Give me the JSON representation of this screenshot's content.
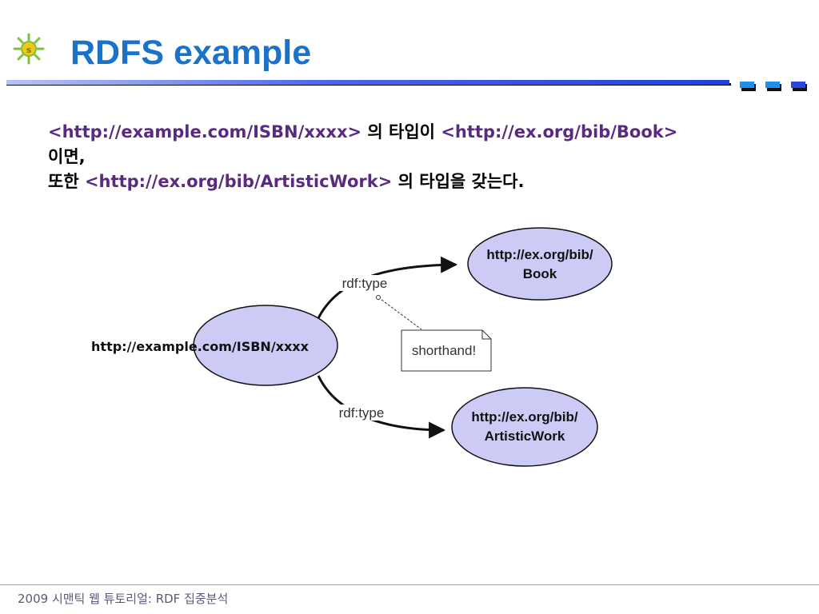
{
  "slide": {
    "title": "RDFS example"
  },
  "body": {
    "line1": {
      "uri1": "<http://example.com/ISBN/xxxx>",
      "text1": "의 타입이",
      "uri2": "<http://ex.org/bib/Book>"
    },
    "line2": {
      "text": "이면,"
    },
    "line3": {
      "text1": "또한",
      "uri": "<http://ex.org/bib/ArtisticWork>",
      "text2": "의 타입을 갖는다."
    }
  },
  "diagram": {
    "subject": "http://example.com/ISBN/xxxx",
    "book_node": {
      "line1": "http://ex.org/bib/",
      "line2": "Book"
    },
    "artistic_node": {
      "line1": "http://ex.org/bib/",
      "line2": "ArtisticWork"
    },
    "edge_top_label": "rdf:type",
    "edge_bottom_label": "rdf:type",
    "note": "shorthand!",
    "colors": {
      "node_fill": "#cccbf6",
      "node_stroke": "#111111"
    }
  },
  "footer": {
    "text": "2009 시맨틱 웹 튜토리얼: RDF 집중분석"
  },
  "colors": {
    "title": "#1a73c8",
    "uri_text": "#5a2a80",
    "bar_blue": "#2a48e0"
  },
  "icons": {
    "logo": "sun-logo-icon"
  }
}
